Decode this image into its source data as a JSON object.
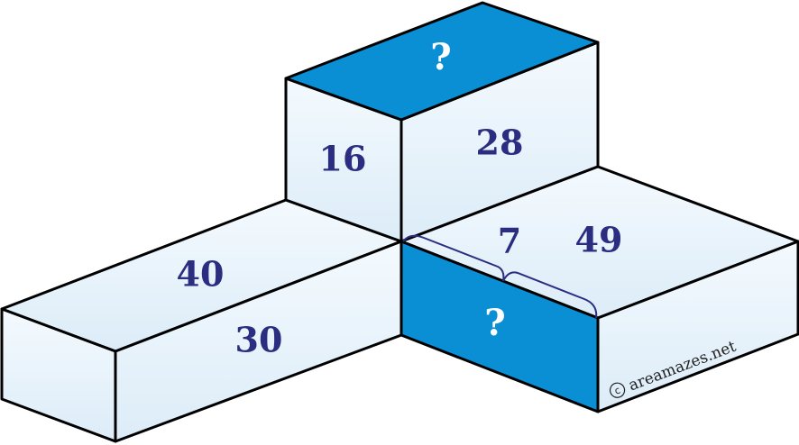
{
  "colors": {
    "unknown_face": "#0a8fd4",
    "light_face": "#eef7fd",
    "mid_face": "#e2f1fb",
    "label": "#2b2d80",
    "question": "#ffffff",
    "edge": "#000000",
    "brace": "#2b2d80"
  },
  "labels": {
    "top_block_top": "?",
    "top_block_left": "16",
    "top_block_front": "28",
    "left_block_top": "40",
    "left_block_front": "30",
    "right_block_edge": "7",
    "right_block_top": "49",
    "right_block_left": "?"
  },
  "watermark": "areamazes.net",
  "copyright_symbol": "c"
}
